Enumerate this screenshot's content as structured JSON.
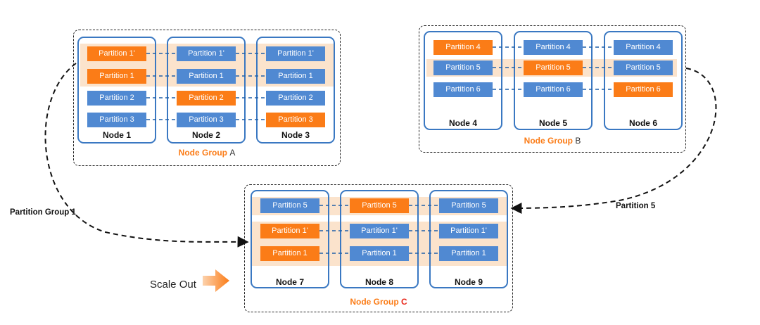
{
  "node_groups": {
    "a": {
      "word": "Node Group",
      "letter": "A",
      "nodes": [
        {
          "label": "Node 1",
          "partitions": [
            {
              "label": "Partition 1'",
              "color": "orange"
            },
            {
              "label": "Partition 1",
              "color": "orange"
            },
            {
              "label": "Partition 2",
              "color": "blue"
            },
            {
              "label": "Partition 3",
              "color": "blue"
            }
          ]
        },
        {
          "label": "Node 2",
          "partitions": [
            {
              "label": "Partition 1'",
              "color": "blue"
            },
            {
              "label": "Partition 1",
              "color": "blue"
            },
            {
              "label": "Partition 2",
              "color": "orange"
            },
            {
              "label": "Partition 3",
              "color": "blue"
            }
          ]
        },
        {
          "label": "Node 3",
          "partitions": [
            {
              "label": "Partition 1'",
              "color": "blue"
            },
            {
              "label": "Partition 1",
              "color": "blue"
            },
            {
              "label": "Partition 2",
              "color": "blue"
            },
            {
              "label": "Partition 3",
              "color": "orange"
            }
          ]
        }
      ]
    },
    "b": {
      "word": "Node Group",
      "letter": "B",
      "nodes": [
        {
          "label": "Node 4",
          "partitions": [
            {
              "label": "Partition 4",
              "color": "orange"
            },
            {
              "label": "Partition 5",
              "color": "blue"
            },
            {
              "label": "Partition 6",
              "color": "blue"
            }
          ]
        },
        {
          "label": "Node 5",
          "partitions": [
            {
              "label": "Partition 4",
              "color": "blue"
            },
            {
              "label": "Partition 5",
              "color": "orange"
            },
            {
              "label": "Partition 6",
              "color": "blue"
            }
          ]
        },
        {
          "label": "Node 6",
          "partitions": [
            {
              "label": "Partition 4",
              "color": "blue"
            },
            {
              "label": "Partition 5",
              "color": "blue"
            },
            {
              "label": "Partition 6",
              "color": "orange"
            }
          ]
        }
      ]
    },
    "c": {
      "word": "Node Group",
      "letter": "C",
      "nodes": [
        {
          "label": "Node 7",
          "partitions": [
            {
              "label": "Partition 5",
              "color": "blue"
            },
            {
              "label": "Partition 1'",
              "color": "orange"
            },
            {
              "label": "Partition 1",
              "color": "orange"
            }
          ]
        },
        {
          "label": "Node 8",
          "partitions": [
            {
              "label": "Partition 5",
              "color": "orange"
            },
            {
              "label": "Partition 1'",
              "color": "blue"
            },
            {
              "label": "Partition 1",
              "color": "blue"
            }
          ]
        },
        {
          "label": "Node 9",
          "partitions": [
            {
              "label": "Partition 5",
              "color": "blue"
            },
            {
              "label": "Partition 1'",
              "color": "blue"
            },
            {
              "label": "Partition 1",
              "color": "blue"
            }
          ]
        }
      ]
    }
  },
  "arrows": {
    "partition_group_1": "Partition Group 1",
    "partition_5": "Partition 5"
  },
  "scale_out": "Scale Out",
  "colors": {
    "orange": "#fb7c17",
    "blue": "#5089d2",
    "node_border": "#3a78c2",
    "highlight_band": "#fbe3cc",
    "group_c_letter": "#e8271a"
  }
}
